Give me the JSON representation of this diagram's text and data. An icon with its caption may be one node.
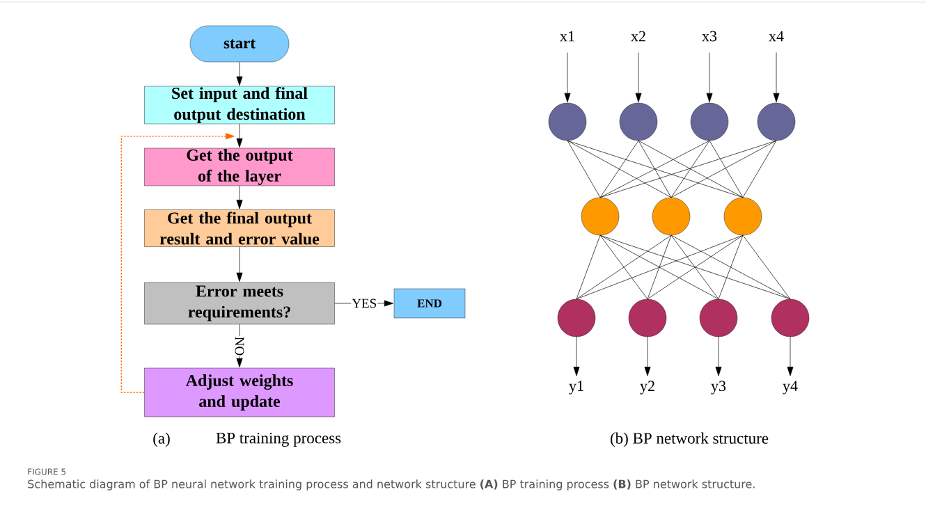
{
  "diagram": {
    "caption": "Schematic diagram of BP neural network training process and network structure **(A)** BP training process **(B)** BP network structure.",
    "nodes": [
      {
        "text": [
          "start"
        ]
      },
      {
        "text": [
          "Set input and final output destination"
        ]
      },
      {
        "text": [
          "Get the output of the layer"
        ]
      },
      {
        "text": [
          "Get the final output result and error value"
        ]
      },
      {
        "text": [
          "Error meets requirements?"
        ]
      },
      {
        "text": [
          "END"
        ]
      },
      {
        "text": [
          "Adjust weights and update"
        ]
      },
      {
        "text": [
          "x1"
        ]
      },
      {
        "text": [
          "x2"
        ]
      },
      {
        "text": [
          "x3"
        ]
      },
      {
        "text": [
          "x4"
        ]
      },
      {
        "text": [],
        "shape": "circle"
      },
      {
        "text": [],
        "shape": "circle"
      },
      {
        "text": [],
        "shape": "circle"
      },
      {
        "text": [],
        "shape": "circle"
      },
      {
        "text": [],
        "shape": "circle"
      },
      {
        "text": [],
        "shape": "circle"
      },
      {
        "text": [],
        "shape": "circle"
      },
      {
        "text": [],
        "shape": "circle"
      },
      {
        "text": [],
        "shape": "circle"
      },
      {
        "text": [],
        "shape": "circle"
      },
      {
        "text": [],
        "shape": "circle"
      },
      {
        "text": [
          "y1"
        ]
      },
      {
        "text": [
          "y2"
        ]
      },
      {
        "text": [
          "y3"
        ]
      },
      {
        "text": [
          "y4"
        ]
      }
    ],
    "edges": [
      {
        "from": 0,
        "to": 1,
        "arrow": "to"
      },
      {
        "from": 1,
        "to": 2,
        "arrow": "to"
      },
      {
        "from": 2,
        "to": 3,
        "arrow": "to"
      },
      {
        "from": 3,
        "to": 4,
        "arrow": "to"
      },
      {
        "from": 4,
        "to": 5,
        "arrow": "to",
        "label": "YES"
      },
      {
        "from": 4,
        "to": 6,
        "arrow": "to",
        "label": "NO"
      },
      {
        "from": 6,
        "to": 2,
        "arrow": "to",
        "style": "dashed",
        "color": "#ff6600"
      },
      {
        "from": 7,
        "to": 11,
        "arrow": "to"
      },
      {
        "from": 8,
        "to": 12,
        "arrow": "to"
      },
      {
        "from": 9,
        "to": 13,
        "arrow": "to"
      },
      {
        "from": 10,
        "to": 14,
        "arrow": "to"
      },
      {
        "from": 11,
        "to": 15,
        "arrow": "none"
      },
      {
        "from": 11,
        "to": 16,
        "arrow": "none"
      },
      {
        "from": 11,
        "to": 17,
        "arrow": "none"
      },
      {
        "from": 12,
        "to": 15,
        "arrow": "none"
      },
      {
        "from": 12,
        "to": 16,
        "arrow": "none"
      },
      {
        "from": 12,
        "to": 17,
        "arrow": "none"
      },
      {
        "from": 13,
        "to": 15,
        "arrow": "none"
      },
      {
        "from": 13,
        "to": 16,
        "arrow": "none"
      },
      {
        "from": 13,
        "to": 17,
        "arrow": "none"
      },
      {
        "from": 14,
        "to": 15,
        "arrow": "none"
      },
      {
        "from": 14,
        "to": 16,
        "arrow": "none"
      },
      {
        "from": 14,
        "to": 17,
        "arrow": "none"
      },
      {
        "from": 15,
        "to": 18,
        "arrow": "none"
      },
      {
        "from": 15,
        "to": 19,
        "arrow": "none"
      },
      {
        "from": 15,
        "to": 20,
        "arrow": "none"
      },
      {
        "from": 15,
        "to": 21,
        "arrow": "none"
      },
      {
        "from": 16,
        "to": 18,
        "arrow": "none"
      },
      {
        "from": 16,
        "to": 19,
        "arrow": "none"
      },
      {
        "from": 16,
        "to": 20,
        "arrow": "none"
      },
      {
        "from": 16,
        "to": 21,
        "arrow": "none"
      },
      {
        "from": 17,
        "to": 18,
        "arrow": "none"
      },
      {
        "from": 17,
        "to": 19,
        "arrow": "none"
      },
      {
        "from": 17,
        "to": 20,
        "arrow": "none"
      },
      {
        "from": 17,
        "to": 21,
        "arrow": "none"
      },
      {
        "from": 18,
        "to": 22,
        "arrow": "to"
      },
      {
        "from": 19,
        "to": 23,
        "arrow": "to"
      },
      {
        "from": 20,
        "to": 24,
        "arrow": "to"
      },
      {
        "from": 21,
        "to": 25,
        "arrow": "to"
      }
    ],
    "labels": [
      "(a)",
      "BP training process",
      "(b) BP network structure",
      "FIGURE 5"
    ]
  }
}
